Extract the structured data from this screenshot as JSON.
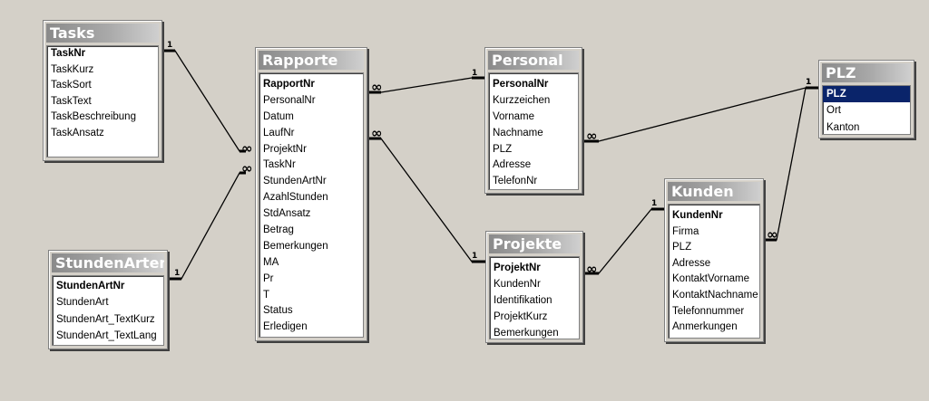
{
  "tables": [
    {
      "id": "tasks",
      "title": "Tasks",
      "fields": [
        {
          "name": "TaskNr",
          "pk": true
        },
        {
          "name": "TaskKurz"
        },
        {
          "name": "TaskSort"
        },
        {
          "name": "TaskText"
        },
        {
          "name": "TaskBeschreibung"
        },
        {
          "name": "TaskAnsatz"
        }
      ]
    },
    {
      "id": "stundenarten",
      "title": "StundenArten",
      "fields": [
        {
          "name": "StundenArtNr",
          "pk": true
        },
        {
          "name": "StundenArt"
        },
        {
          "name": "StundenArt_TextKurz"
        },
        {
          "name": "StundenArt_TextLang"
        }
      ]
    },
    {
      "id": "rapporte",
      "title": "Rapporte",
      "fields": [
        {
          "name": "RapportNr",
          "pk": true
        },
        {
          "name": "PersonalNr"
        },
        {
          "name": "Datum"
        },
        {
          "name": "LaufNr"
        },
        {
          "name": "ProjektNr"
        },
        {
          "name": "TaskNr"
        },
        {
          "name": "StundenArtNr"
        },
        {
          "name": "AzahlStunden"
        },
        {
          "name": "StdAnsatz"
        },
        {
          "name": "Betrag"
        },
        {
          "name": "Bemerkungen"
        },
        {
          "name": "MA"
        },
        {
          "name": "Pr"
        },
        {
          "name": "T"
        },
        {
          "name": "Status"
        },
        {
          "name": "Erledigen"
        }
      ]
    },
    {
      "id": "personal",
      "title": "Personal",
      "fields": [
        {
          "name": "PersonalNr",
          "pk": true
        },
        {
          "name": "Kurzzeichen"
        },
        {
          "name": "Vorname"
        },
        {
          "name": "Nachname"
        },
        {
          "name": "PLZ"
        },
        {
          "name": "Adresse"
        },
        {
          "name": "TelefonNr"
        }
      ]
    },
    {
      "id": "projekte",
      "title": "Projekte",
      "fields": [
        {
          "name": "ProjektNr",
          "pk": true
        },
        {
          "name": "KundenNr"
        },
        {
          "name": "Identifikation"
        },
        {
          "name": "ProjektKurz"
        },
        {
          "name": "Bemerkungen"
        }
      ]
    },
    {
      "id": "kunden",
      "title": "Kunden",
      "fields": [
        {
          "name": "KundenNr",
          "pk": true
        },
        {
          "name": "Firma"
        },
        {
          "name": "PLZ"
        },
        {
          "name": "Adresse"
        },
        {
          "name": "KontaktVorname"
        },
        {
          "name": "KontaktNachname"
        },
        {
          "name": "Telefonnummer"
        },
        {
          "name": "Anmerkungen"
        }
      ]
    },
    {
      "id": "plz",
      "title": "PLZ",
      "fields": [
        {
          "name": "PLZ",
          "pk": true,
          "selected": true
        },
        {
          "name": "Ort"
        },
        {
          "name": "Kanton"
        }
      ]
    }
  ],
  "relationships": [
    {
      "one": "tasks",
      "many": "rapporte",
      "one_label": "1",
      "many_label": "∞"
    },
    {
      "one": "stundenarten",
      "many": "rapporte",
      "one_label": "1",
      "many_label": "∞"
    },
    {
      "one": "personal",
      "many": "rapporte",
      "one_label": "1",
      "many_label": "∞"
    },
    {
      "one": "projekte",
      "many": "rapporte",
      "one_label": "1",
      "many_label": "∞"
    },
    {
      "one": "plz",
      "many": "personal",
      "one_label": "1",
      "many_label": "∞"
    },
    {
      "one": "kunden",
      "many": "projekte",
      "one_label": "1",
      "many_label": "∞"
    },
    {
      "one": "plz",
      "many": "kunden",
      "one_label": "1",
      "many_label": "∞"
    }
  ],
  "colors": {
    "background": "#d4d0c8",
    "selection": "#0a246a",
    "line": "#000000"
  }
}
